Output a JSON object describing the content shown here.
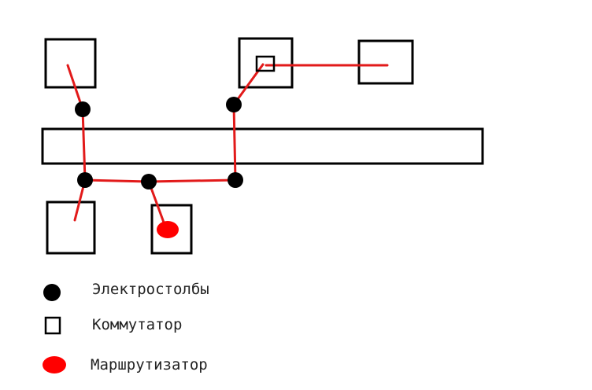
{
  "colors": {
    "line": "#e21a1a",
    "pole": "#000000",
    "router": "#ff0000",
    "outline": "#000000",
    "background": "#ffffff"
  },
  "legend": {
    "pole_label": "Электростолбы",
    "switch_label": "Коммутатор",
    "router_label": "Маршрутизатор"
  }
}
